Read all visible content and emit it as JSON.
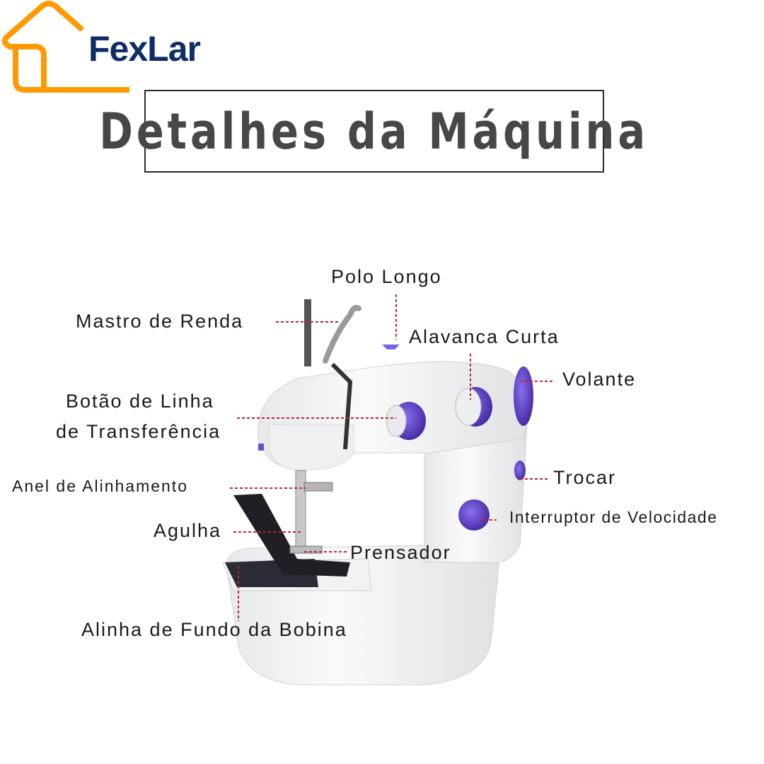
{
  "brand": {
    "name": "FexLar",
    "house_color": "#ff9900",
    "text_color": "#0f2d66"
  },
  "title": "Detalhes da Máquina",
  "labels": {
    "polo_longo": "Polo Longo",
    "mastro_de_renda": "Mastro de Renda",
    "alavanca_curta": "Alavanca Curta",
    "volante": "Volante",
    "botao_linha_1": "Botão de Linha",
    "botao_linha_2": "de Transferência",
    "anel_alinhamento": "Anel de Alinhamento",
    "trocar": "Trocar",
    "interruptor": "Interruptor de Velocidade",
    "agulha": "Agulha",
    "prensador": "Prensador",
    "bobina": "Alinha de Fundo da Bobina"
  },
  "colors": {
    "accent_purple": "#6a4fd0",
    "leader_red": "#c0262c"
  }
}
